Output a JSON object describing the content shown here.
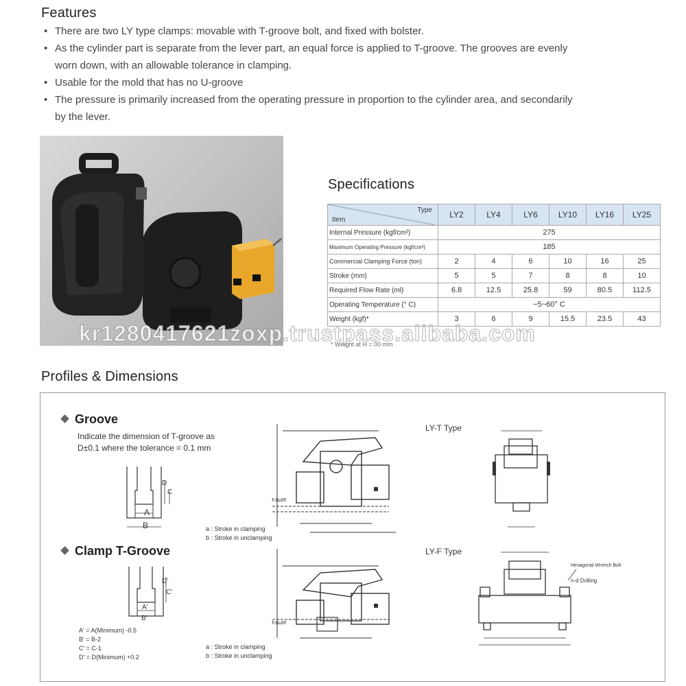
{
  "features": {
    "title": "Features",
    "items": [
      "There are two LY type clamps: movable with T-groove bolt, and fixed with bolster.",
      "As the cylinder part is separate from the lever part, an equal force is applied to T-groove. The grooves are evenly",
      "worn down, with an allowable tolerance in clamping.",
      "Usable for the mold that has no U-groove",
      "The pressure is primarily increased from the operating pressure in proportion to the cylinder area, and secondarily",
      "by the lever."
    ]
  },
  "specifications": {
    "title": "Specifications",
    "header_type": "Type",
    "header_item": "Item",
    "types": [
      "LY2",
      "LY4",
      "LY6",
      "LY10",
      "LY16",
      "LY25"
    ],
    "rows": [
      {
        "label": "Internal Pressure (kgf/cm²)",
        "merged": "275"
      },
      {
        "label": "Maximum Operating Pressure (kgf/cm²)",
        "merged": "185"
      },
      {
        "label": "Commercial Clamping Force (ton)",
        "values": [
          "2",
          "4",
          "6",
          "10",
          "16",
          "25"
        ]
      },
      {
        "label": "Stroke (mm)",
        "values": [
          "5",
          "5",
          "7",
          "8",
          "8",
          "10"
        ]
      },
      {
        "label": "Required Flow Rate (ml)",
        "values": [
          "6.8",
          "12.5",
          "25.8",
          "59",
          "80.5",
          "112.5"
        ]
      },
      {
        "label": "Operating Temperature (° C)",
        "merged": "−5~60° C"
      },
      {
        "label": "Weight (kgf)*",
        "values": [
          "3",
          "6",
          "9",
          "15.5",
          "23.5",
          "43"
        ]
      }
    ],
    "footnote": "* Weight at H = 00 mm"
  },
  "watermark": "kr1280417621zoxp.trustpass.alibaba.com",
  "profiles": {
    "title": "Profiles & Dimensions",
    "groove": {
      "title": "Groove",
      "desc_line1": "Indicate the dimension of T-groove as",
      "desc_line2": "D±0.1 where the tolerance = 0.1 mm",
      "label_a": "A",
      "label_b": "B",
      "label_c": "C",
      "label_d": "D"
    },
    "clamp": {
      "title": "Clamp T-Groove",
      "formulas": [
        "A' = A(Minimum) -0.5",
        "B' = B-2",
        "C' = C-1",
        "D' = D(Minimum) +0.2"
      ],
      "label_a": "A'",
      "label_b": "B'",
      "label_c": "C'",
      "label_d": "D'"
    },
    "stroke_notes": [
      "a : Stroke in clamping",
      "b : Stroke in unclamping"
    ],
    "tslot": "T-SLOT",
    "lyt": "LY-T Type",
    "lyf": "LY-F Type",
    "hex_bolt": "Hexagonal Wrench Bolt",
    "drilling": "n-d Drilling"
  }
}
